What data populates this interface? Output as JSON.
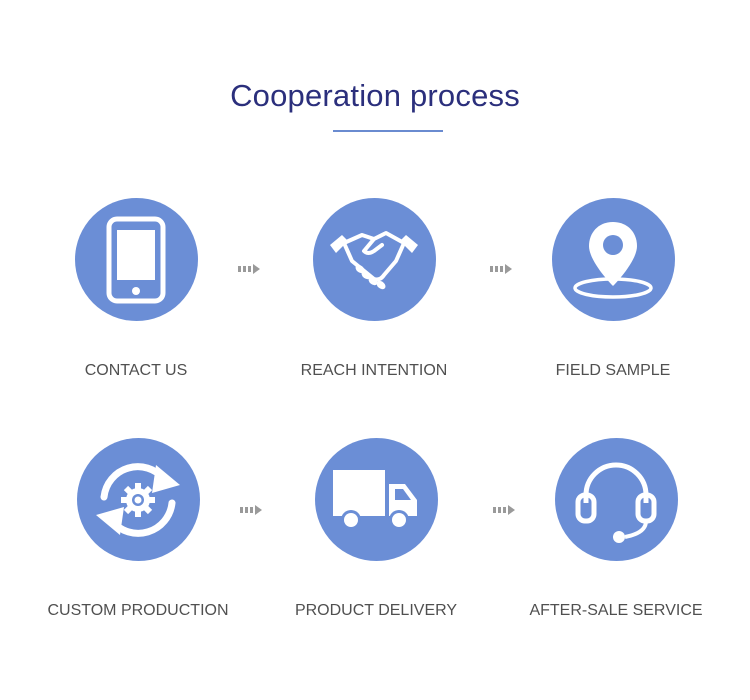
{
  "header": {
    "title": "Cooperation process"
  },
  "steps": [
    {
      "label": "CONTACT US",
      "icon": "phone-icon"
    },
    {
      "label": "REACH INTENTION",
      "icon": "handshake-icon"
    },
    {
      "label": "FIELD SAMPLE",
      "icon": "map-pin-icon"
    },
    {
      "label": "CUSTOM PRODUCTION",
      "icon": "gear-cycle-icon"
    },
    {
      "label": "PRODUCT DELIVERY",
      "icon": "truck-icon"
    },
    {
      "label": "AFTER-SALE SERVICE",
      "icon": "headset-icon"
    }
  ],
  "colors": {
    "accent": "#6b8ed6",
    "title": "#2b2f7c",
    "label": "#505050",
    "arrow": "#9a9a9a"
  }
}
